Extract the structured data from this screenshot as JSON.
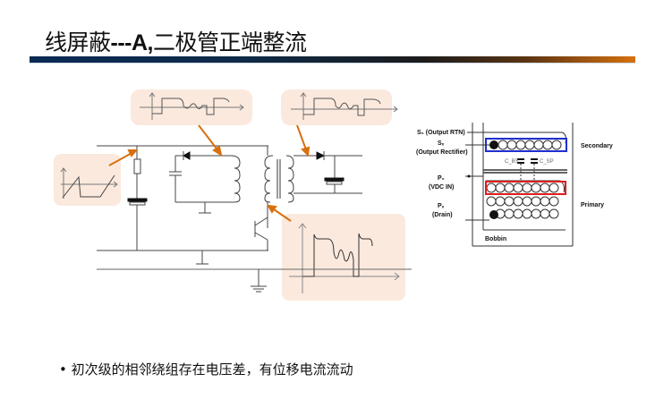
{
  "slide": {
    "title_cn_prefix": "线屏蔽",
    "title_bold": "---A,",
    "title_cn_suffix": "二极管正端整流",
    "bullet_marker": "•",
    "bullet_text": "初次级的相邻绕组存在电压差，有位移电流流动"
  },
  "colors": {
    "accent_orange": "#d7700e",
    "accent_navy": "#0b2a55",
    "callout_bg": "#fbe9de",
    "secondary_box": "#1f2fd0",
    "primary_box": "#e01e1e"
  },
  "winding_diagram": {
    "pins": [
      {
        "name": "S0",
        "desc": "(Output RTN)"
      },
      {
        "name": "SX",
        "desc": "(Output Rectifier)"
      },
      {
        "name": "P0",
        "desc": "(VDC IN)"
      },
      {
        "name": "PX",
        "desc": "(Drain)"
      }
    ],
    "capacitors": [
      "CBS",
      "CSP"
    ],
    "labels": {
      "secondary": "Secondary",
      "primary": "Primary",
      "bobbin": "Bobbin"
    }
  }
}
